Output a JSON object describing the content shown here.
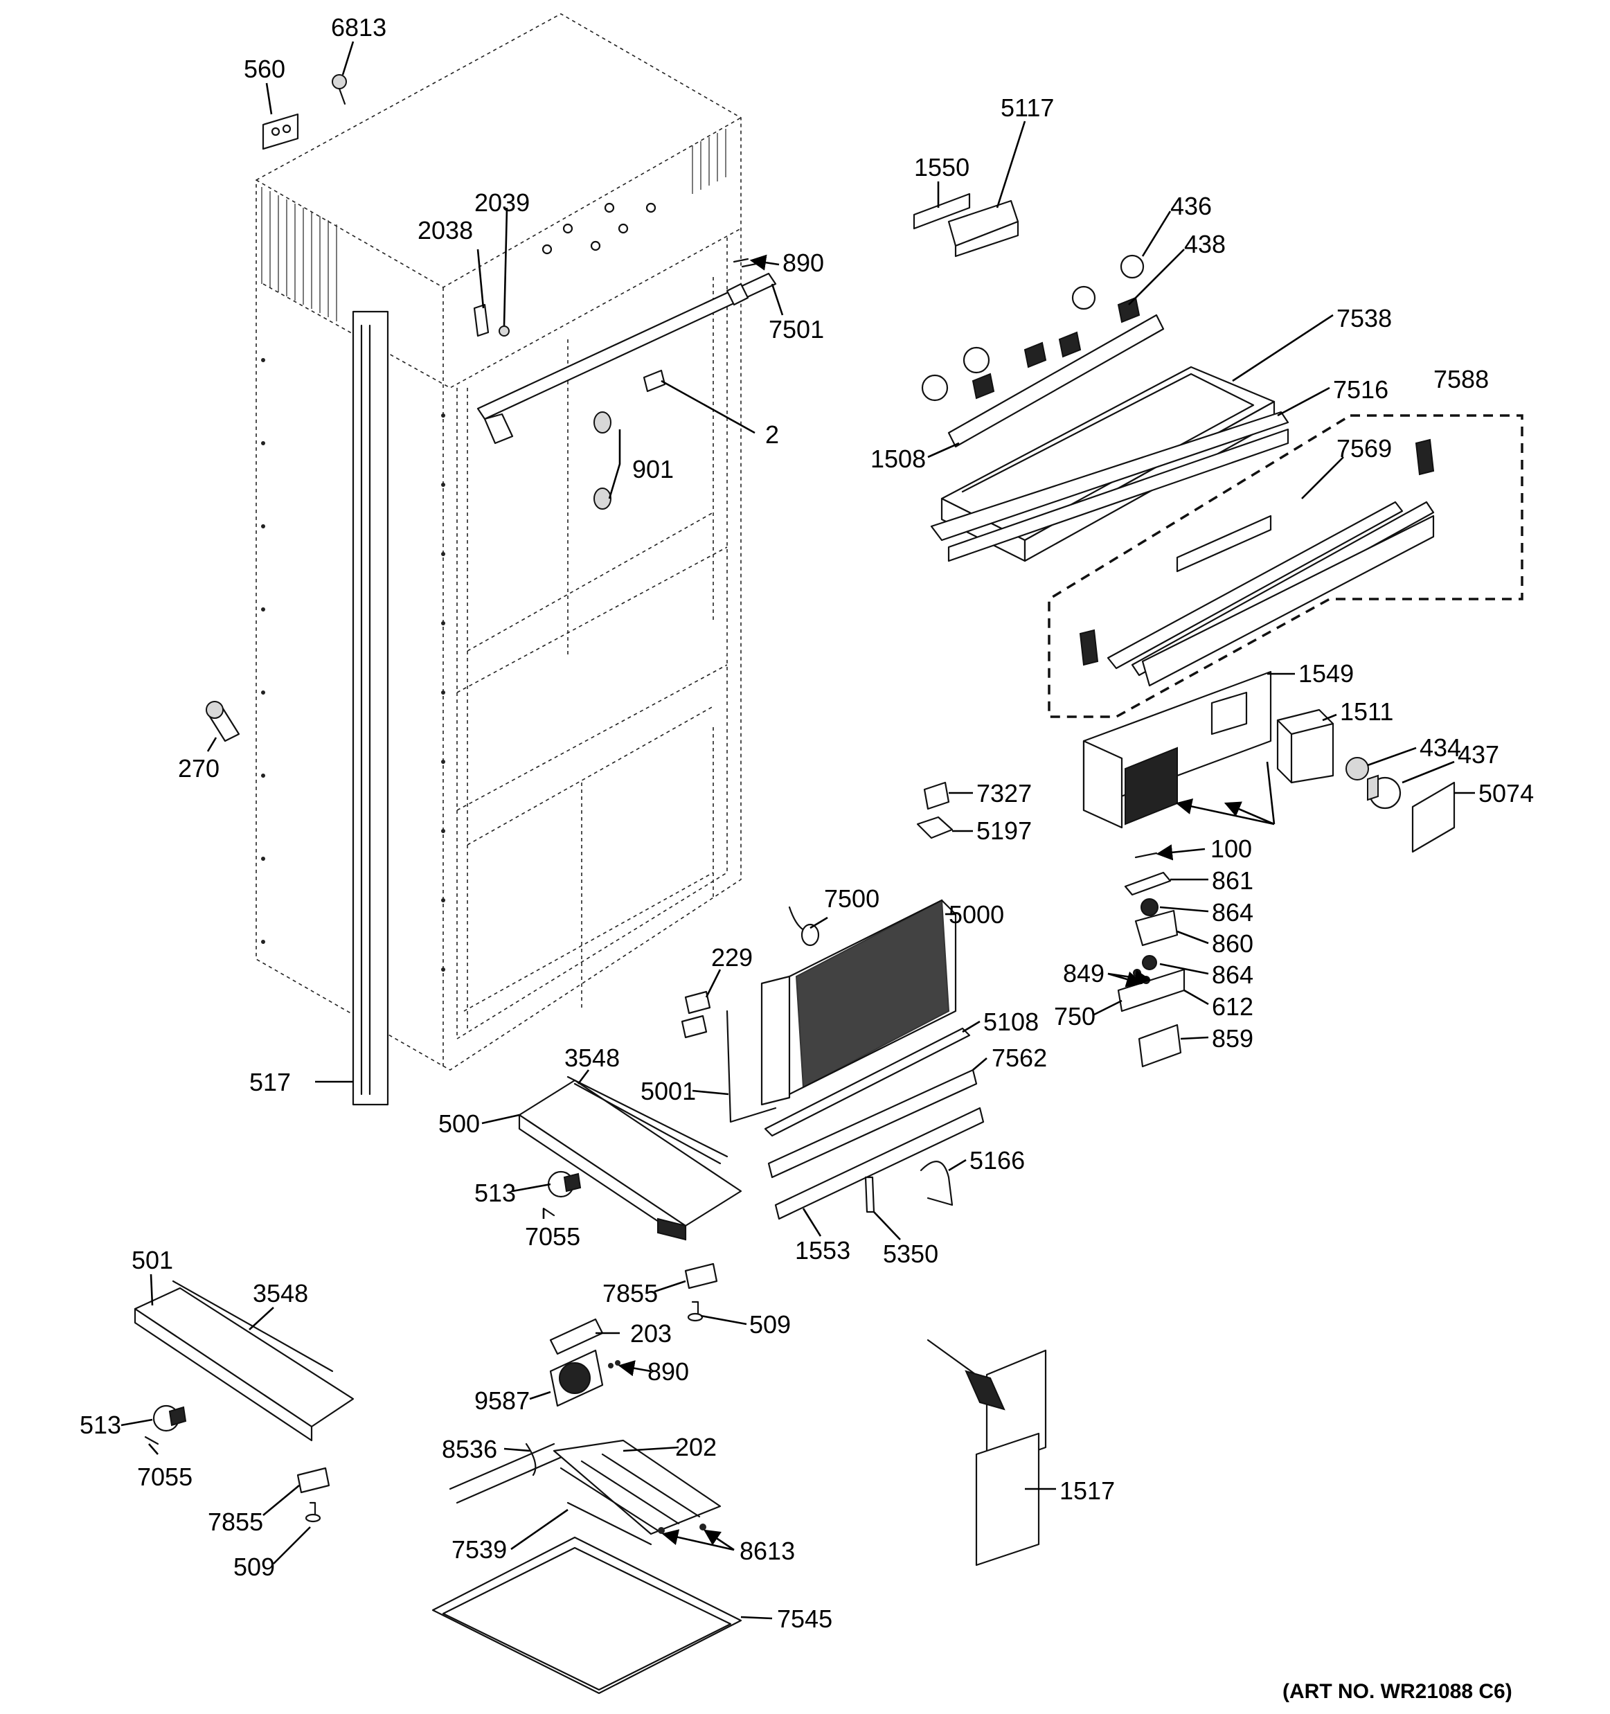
{
  "callouts": [
    "6813",
    "560",
    "5117",
    "1550",
    "436",
    "438",
    "2039",
    "2038",
    "890",
    "7501",
    "7538",
    "7516",
    "7588",
    "7569",
    "1508",
    "2",
    "901",
    "1549",
    "1511",
    "434",
    "437",
    "5074",
    "7327",
    "5197",
    "270",
    "100",
    "861",
    "864",
    "860",
    "864",
    "849",
    "612",
    "750",
    "859",
    "7500",
    "5000",
    "229",
    "5108",
    "7562",
    "3548",
    "5001",
    "517",
    "500",
    "513",
    "7055",
    "5166",
    "1553",
    "5350",
    "7855",
    "509",
    "501",
    "3548",
    "203",
    "890",
    "9587",
    "513",
    "7055",
    "8536",
    "202",
    "1517",
    "7855",
    "7539",
    "8613",
    "509",
    "7545"
  ],
  "art_number": "(ART NO. WR21088 C6)"
}
